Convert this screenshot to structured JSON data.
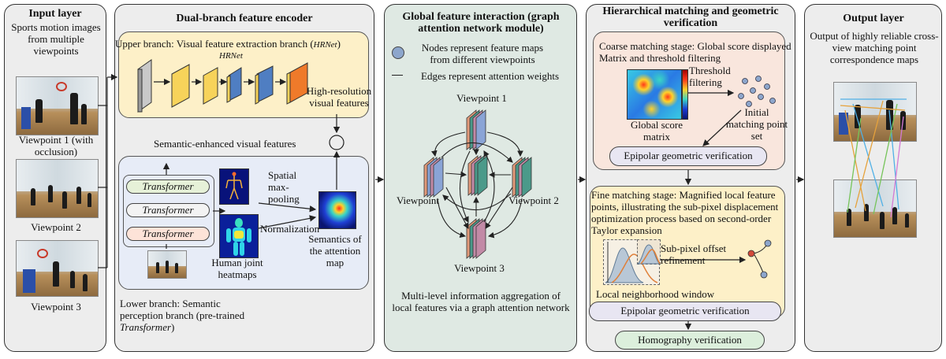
{
  "colors": {
    "panel_bg": "#ededed",
    "graph_bg": "#dfe9e3",
    "upper_branch_bg": "#fdf0c8",
    "lower_branch_bg": "#e7ecf7",
    "coarse_bg": "#f9e6dd",
    "fine_bg": "#fdf0c8",
    "verify_bg": "#e8e6f2",
    "homography_bg": "#dcefdc"
  },
  "input_layer": {
    "title": "Input layer",
    "subtitle": "Sports motion images from multiple viewpoints",
    "view1": "Viewpoint 1 (with occlusion)",
    "view2": "Viewpoint 2",
    "view3": "Viewpoint 3"
  },
  "encoder": {
    "title": "Dual-branch feature encoder",
    "upper_branch": "Upper branch: Visual feature extraction branch (",
    "upper_branch_ital": "HRNet",
    "upper_branch_end": ")",
    "hrnet_tag": "HRNet",
    "high_res": "High-resolution visual features",
    "semantic_enhanced": "Semantic-enhanced visual features",
    "multiply_symbol": "⊗",
    "transformer": "Transformer",
    "spatial_pooling": "Spatial max-pooling",
    "normalization": "Normalization",
    "human_joint": "Human joint heatmaps",
    "semantics_map": "Semantics of the attention map",
    "lower_branch_a": "Lower branch: Semantic perception branch (pre-trained ",
    "lower_branch_ital": "Transformer",
    "lower_branch_end": ")"
  },
  "graph_module": {
    "title": "Global feature interaction (graph attention network module)",
    "legend_nodes": "Nodes represent feature maps from different viewpoints",
    "legend_edges": "Edges represent attention weights",
    "vp1": "Viewpoint 1",
    "vp2": "Viewpoint 2",
    "vp3": "Viewpoint 3",
    "vp_left": "Viewpoint",
    "caption": "Multi-level information aggregation of local features via a graph attention network"
  },
  "matching": {
    "title": "Hierarchical matching and geometric verification",
    "coarse_title": "Coarse matching stage: Global score displayed Matrix and threshold filtering",
    "threshold": "Threshold filtering",
    "global_score": "Global score matrix",
    "initial_set": "Initial matching point set",
    "epipolar1": "Epipolar geometric verification",
    "fine_title": "Fine matching stage: Magnified local feature points, illustrating the sub-pixel displacement optimization process based on second-order Taylor expansion",
    "subpixel": "Sub-pixel offset refinement",
    "local_window": "Local neighborhood window",
    "epipolar2": "Epipolar geometric verification",
    "homography": "Homography verification"
  },
  "output_layer": {
    "title": "Output layer",
    "subtitle": "Output of highly reliable cross-view matching point correspondence maps"
  }
}
